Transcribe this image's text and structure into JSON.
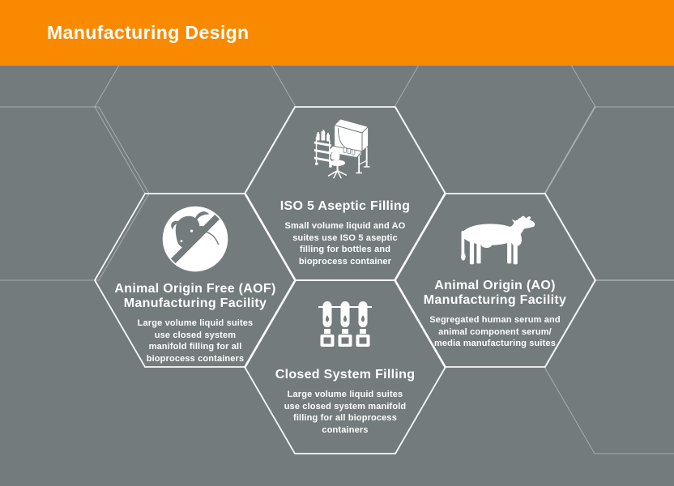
{
  "header": {
    "title": "Manufacturing Design"
  },
  "colors": {
    "header_bg": "#F98A00",
    "background": "#737B7D",
    "line_bright": "#FFFFFF",
    "text": "#FFFFFF"
  },
  "cells": [
    {
      "id": "iso5-aseptic-filling",
      "icon": "aseptic-filling-workstation-icon",
      "title": "ISO 5 Aseptic Filling",
      "body": "Small volume liquid and AO\nsuites use ISO 5 aseptic\nfilling for bottles and\nbioprocess container"
    },
    {
      "id": "aof-facility",
      "icon": "no-animal-cow-icon",
      "title": "Animal Origin Free (AOF)\nManufacturing Facility",
      "body": "Large volume liquid suites\nuse closed system\nmanifold filling for all\nbioprocess containers"
    },
    {
      "id": "ao-facility",
      "icon": "cow-icon",
      "title": "Animal Origin (AO)\nManufacturing Facility",
      "body": "Segregated human serum and\nanimal component serum/\nmedia manufacturing suites"
    },
    {
      "id": "closed-system-filling",
      "icon": "manifold-filling-icon",
      "title": "Closed System Filling",
      "body": "Large volume liquid suites\nuse closed system manifold\nfilling for all bioprocess\ncontainers"
    }
  ]
}
